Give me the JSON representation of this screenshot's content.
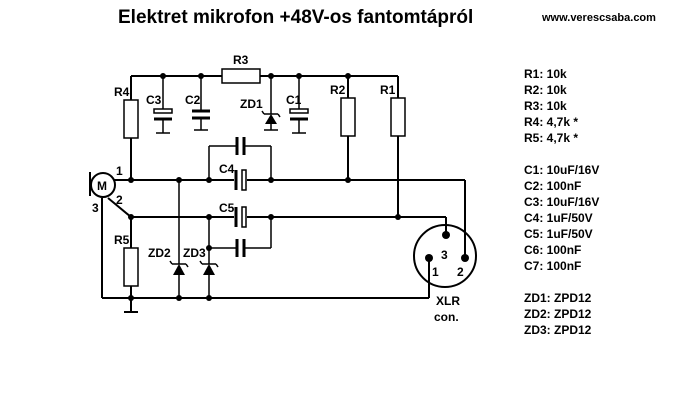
{
  "title": "Elektret mikrofon +48V-os fantomtápról",
  "website": "www.verescsaba.com",
  "component_labels": {
    "R3": "R3",
    "R4": "R4",
    "C3": "C3",
    "C2": "C2",
    "ZD1": "ZD1",
    "C1": "C1",
    "R2": "R2",
    "R1": "R1",
    "C4": "C4",
    "C5": "C5",
    "R5": "R5",
    "ZD2": "ZD2",
    "ZD3": "ZD3",
    "M": "M"
  },
  "mic_pins": {
    "p1": "1",
    "p2": "2",
    "p3": "3"
  },
  "xlr": {
    "label": "XLR",
    "sub": "con.",
    "pin1": "1",
    "pin2": "2",
    "pin3": "3"
  },
  "parts_list": {
    "resistors": [
      "R1: 10k",
      "R2: 10k",
      "R3: 10k",
      "R4: 4,7k *",
      "R5: 4,7k *"
    ],
    "capacitors": [
      "C1: 10uF/16V",
      "C2: 100nF",
      "C3: 10uF/16V",
      "C4: 1uF/50V",
      "C5: 1uF/50V",
      "C6: 100nF",
      "C7: 100nF"
    ],
    "zeners": [
      "ZD1: ZPD12",
      "ZD2: ZPD12",
      "ZD3: ZPD12"
    ]
  }
}
